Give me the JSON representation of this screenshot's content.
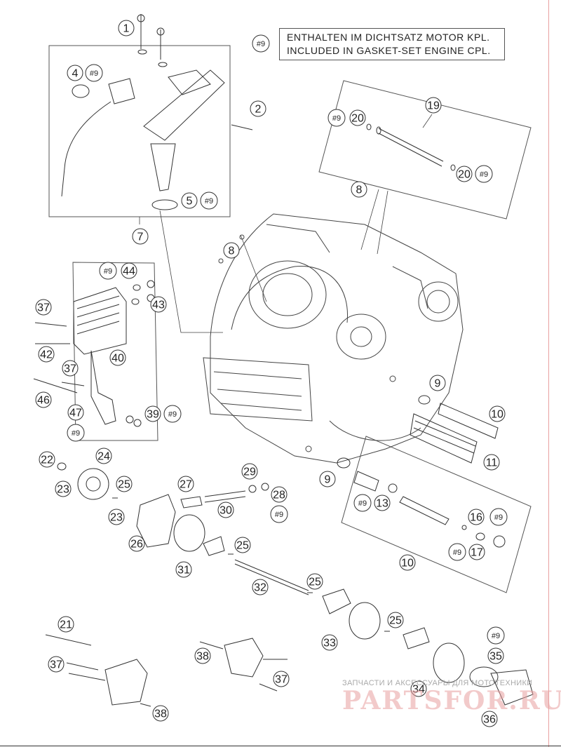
{
  "note": {
    "ref_label": "#9",
    "line_de": "ENTHALTEN IM DICHTSATZ MOTOR KPL.",
    "line_en": "INCLUDED IN GASKET-SET ENGINE CPL."
  },
  "watermark": {
    "caption": "ЗАПЧАСТИ И АКСЕССУАРЫ ДЛЯ МОТОТЕХНИКИ",
    "logo": "PARTSFOR.RU"
  },
  "callouts": [
    {
      "id": "c1",
      "label": "1"
    },
    {
      "id": "c2",
      "label": "2"
    },
    {
      "id": "c4",
      "label": "4"
    },
    {
      "id": "c4s",
      "label": "#9"
    },
    {
      "id": "c5",
      "label": "5"
    },
    {
      "id": "c5s",
      "label": "#9"
    },
    {
      "id": "c7",
      "label": "7"
    },
    {
      "id": "c19",
      "label": "19"
    },
    {
      "id": "c19s1",
      "label": "#9"
    },
    {
      "id": "c20a",
      "label": "20"
    },
    {
      "id": "c20b",
      "label": "20"
    },
    {
      "id": "c19s2",
      "label": "#9"
    },
    {
      "id": "c8a",
      "label": "8"
    },
    {
      "id": "c8b",
      "label": "8"
    },
    {
      "id": "c44s",
      "label": "#9"
    },
    {
      "id": "c44",
      "label": "44"
    },
    {
      "id": "c43",
      "label": "43"
    },
    {
      "id": "c37a",
      "label": "37"
    },
    {
      "id": "c42",
      "label": "42"
    },
    {
      "id": "c40",
      "label": "40"
    },
    {
      "id": "c37b",
      "label": "37"
    },
    {
      "id": "c46",
      "label": "46"
    },
    {
      "id": "c47",
      "label": "47"
    },
    {
      "id": "c47s",
      "label": "#9"
    },
    {
      "id": "c39",
      "label": "39"
    },
    {
      "id": "c39s",
      "label": "#9"
    },
    {
      "id": "c9a",
      "label": "9"
    },
    {
      "id": "c10a",
      "label": "10"
    },
    {
      "id": "c11",
      "label": "11"
    },
    {
      "id": "c9b",
      "label": "9"
    },
    {
      "id": "c13s",
      "label": "#9"
    },
    {
      "id": "c13",
      "label": "13"
    },
    {
      "id": "c16",
      "label": "16"
    },
    {
      "id": "c16s",
      "label": "#9"
    },
    {
      "id": "c17s",
      "label": "#9"
    },
    {
      "id": "c17",
      "label": "17"
    },
    {
      "id": "c10b",
      "label": "10"
    },
    {
      "id": "c22",
      "label": "22"
    },
    {
      "id": "c24",
      "label": "24"
    },
    {
      "id": "c23a",
      "label": "23"
    },
    {
      "id": "c25a",
      "label": "25"
    },
    {
      "id": "c23b",
      "label": "23"
    },
    {
      "id": "c27",
      "label": "27"
    },
    {
      "id": "c29",
      "label": "29"
    },
    {
      "id": "c28",
      "label": "28"
    },
    {
      "id": "c28s",
      "label": "#9"
    },
    {
      "id": "c30",
      "label": "30"
    },
    {
      "id": "c26",
      "label": "26"
    },
    {
      "id": "c25b",
      "label": "25"
    },
    {
      "id": "c31",
      "label": "31"
    },
    {
      "id": "c32",
      "label": "32"
    },
    {
      "id": "c25c",
      "label": "25"
    },
    {
      "id": "c33",
      "label": "33"
    },
    {
      "id": "c25d",
      "label": "25"
    },
    {
      "id": "c35s",
      "label": "#9"
    },
    {
      "id": "c35",
      "label": "35"
    },
    {
      "id": "c34",
      "label": "34"
    },
    {
      "id": "c36",
      "label": "36"
    },
    {
      "id": "c21",
      "label": "21"
    },
    {
      "id": "c37c",
      "label": "37"
    },
    {
      "id": "c38a",
      "label": "38"
    },
    {
      "id": "c38b",
      "label": "38"
    },
    {
      "id": "c37d",
      "label": "37"
    }
  ]
}
